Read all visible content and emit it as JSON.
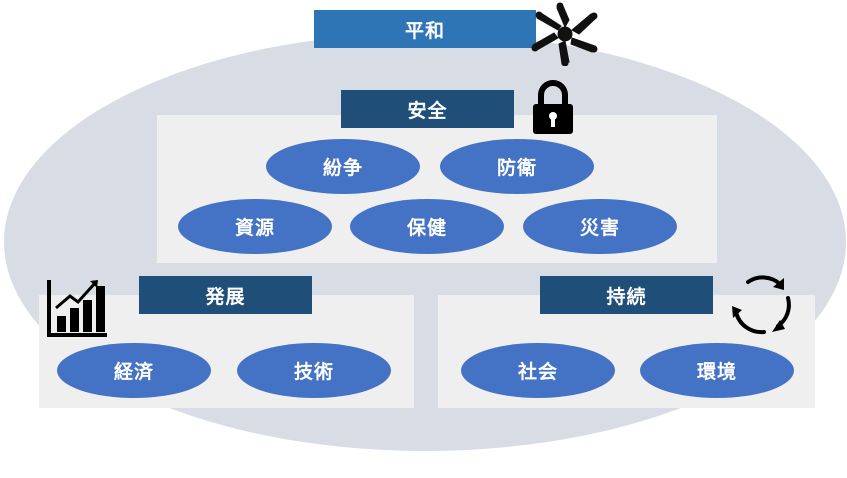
{
  "colors": {
    "accent_blue": "#4472c4",
    "title_dark": "#1f4e79",
    "title_light": "#2e75b6",
    "panel_bg": "#efefef",
    "backdrop": "#d7dce5"
  },
  "peace": {
    "title": "平和",
    "icon": "hands-together-icon"
  },
  "security": {
    "title": "安全",
    "icon": "padlock-icon",
    "items": [
      "紛争",
      "防衛",
      "資源",
      "保健",
      "災害"
    ]
  },
  "development": {
    "title": "発展",
    "icon": "growth-chart-icon",
    "items": [
      "経済",
      "技術"
    ]
  },
  "sustainability": {
    "title": "持続",
    "icon": "cycle-arrows-icon",
    "items": [
      "社会",
      "環境"
    ]
  }
}
